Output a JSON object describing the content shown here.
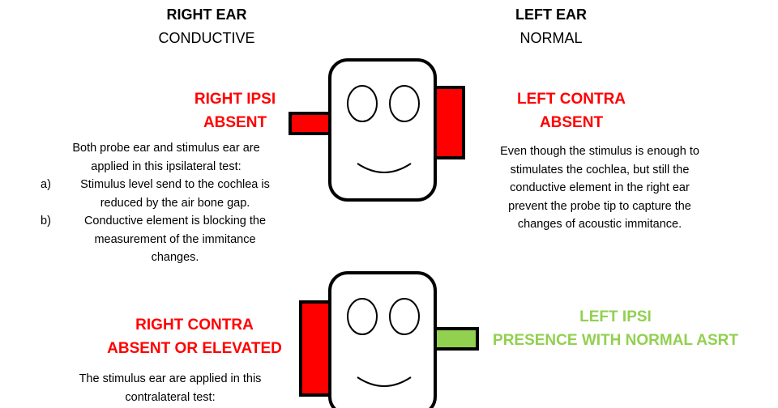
{
  "right_ear": {
    "title": "RIGHT EAR",
    "status": "CONDUCTIVE"
  },
  "left_ear": {
    "title": "LEFT EAR",
    "status": "NORMAL"
  },
  "right_ipsi": {
    "label_line1": "RIGHT IPSI",
    "label_line2": "ABSENT",
    "intro_line1": "Both probe ear and stimulus ear are",
    "intro_line2": "applied in this ipsilateral test:",
    "items": [
      {
        "marker": "a)",
        "line1": "Stimulus level send to the cochlea is",
        "line2": "reduced  by the air bone gap."
      },
      {
        "marker": "b)",
        "line1": "Conductive element is blocking the",
        "line2": "measurement of the immitance",
        "line3": "changes."
      }
    ]
  },
  "left_contra": {
    "label_line1": "LEFT CONTRA",
    "label_line2": "ABSENT",
    "lines": [
      "Even though the stimulus  is enough to",
      "stimulates the cochlea, but still the",
      "conductive element   in the right ear",
      "prevent the probe  tip to capture the",
      "changes of acoustic immitance."
    ]
  },
  "right_contra": {
    "label_line1": "RIGHT CONTRA",
    "label_line2": "ABSENT OR ELEVATED",
    "lines": [
      "The stimulus ear are applied in  this",
      "contralateral test:"
    ]
  },
  "left_ipsi": {
    "label_line1": "LEFT IPSI",
    "label_line2": "PRESENCE WITH NORMAL ASRT"
  },
  "colors": {
    "red": "#ff0000",
    "green": "#92d050",
    "outline": "#000000"
  }
}
